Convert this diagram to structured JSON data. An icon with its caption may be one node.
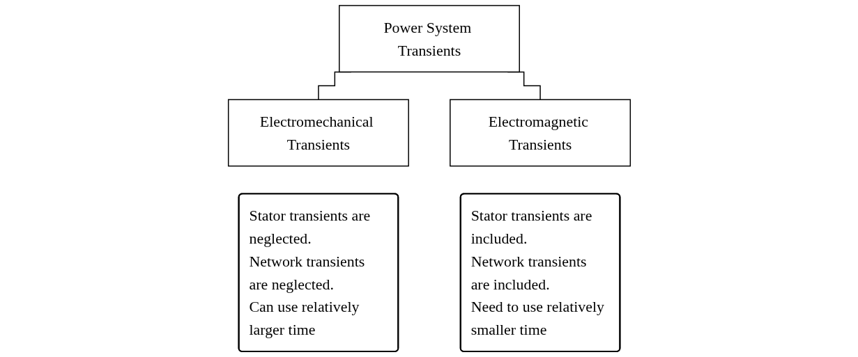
{
  "diagram": {
    "nodes": [
      {
        "text": [
          "Power System Transients"
        ]
      },
      {
        "text": [
          "Electromechanical Transients"
        ]
      },
      {
        "text": [
          "Electromagnetic Transients"
        ]
      },
      {
        "text": [
          "Stator transients are neglected.",
          "Network transients are neglected.",
          "Can use relatively larger time"
        ]
      },
      {
        "text": [
          "Stator transients are included.",
          "Network transients are included.",
          "Need to use relatively smaller time"
        ]
      }
    ],
    "edges": [
      {
        "from": 0,
        "to": 1,
        "arrow": "none"
      },
      {
        "from": 0,
        "to": 2,
        "arrow": "none"
      }
    ]
  }
}
